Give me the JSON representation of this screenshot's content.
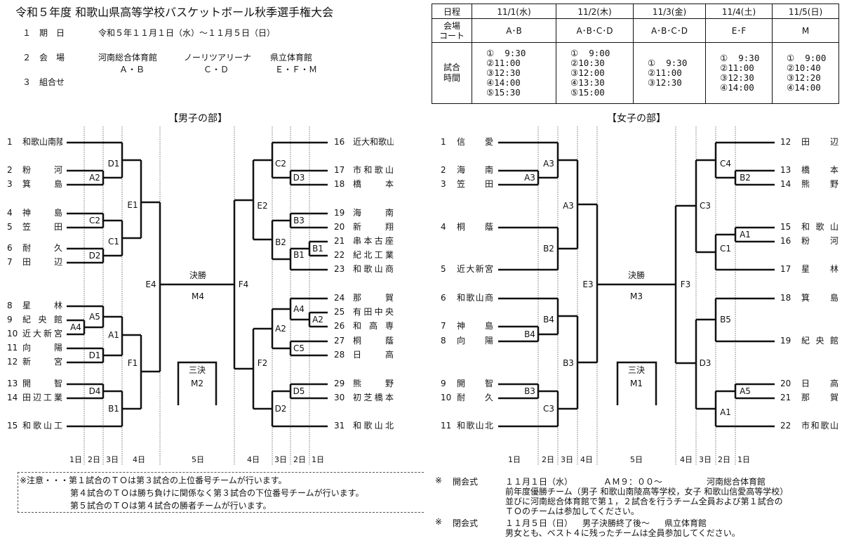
{
  "title": "令和５年度 和歌山県高等学校バスケットボール秋季選手権大会",
  "info": {
    "period_label": "１　期　日",
    "period_value": "令和５年１１月１日（水）～１１月５日（日）",
    "venue_label": "２　会　場",
    "venues": [
      {
        "name": "河南総合体育館",
        "courts": "Ａ・Ｂ"
      },
      {
        "name": "ノーリツアリーナ",
        "courts": "Ｃ・Ｄ"
      },
      {
        "name": "県立体育館",
        "courts": "Ｅ・Ｆ・Ｍ"
      }
    ],
    "combo_label": "３　組合せ"
  },
  "schedule": {
    "row_labels": [
      "日程",
      "会場\nコート",
      "試合\n時間"
    ],
    "days": [
      {
        "date": "11/1(水)",
        "courts": "A･B",
        "times": [
          "①  9:30",
          "②11:00",
          "③12:30",
          "④14:00",
          "⑤15:30"
        ]
      },
      {
        "date": "11/2(木)",
        "courts": "A･B･C･D",
        "times": [
          "①  9:00",
          "②10:30",
          "③12:00",
          "④13:30",
          "⑤15:00"
        ]
      },
      {
        "date": "11/3(金)",
        "courts": "A･B･C･D",
        "times": [
          "①  9:30",
          "②11:00",
          "③12:30"
        ]
      },
      {
        "date": "11/4(土)",
        "courts": "E･F",
        "times": [
          "①  9:30",
          "②11:00",
          "③12:30",
          "④14:00"
        ]
      },
      {
        "date": "11/5(日)",
        "courts": "M",
        "times": [
          "①  9:00",
          "②10:40",
          "③12:20",
          "④14:00"
        ]
      }
    ]
  },
  "men": {
    "heading": "【男子の部】",
    "left": [
      {
        "num": "1",
        "name": "和歌山南陵"
      },
      {
        "num": "2",
        "name": "粉河"
      },
      {
        "num": "3",
        "name": "箕島"
      },
      {
        "num": "4",
        "name": "神島"
      },
      {
        "num": "5",
        "name": "笠田"
      },
      {
        "num": "6",
        "name": "耐久"
      },
      {
        "num": "7",
        "name": "田辺"
      },
      {
        "num": "8",
        "name": "星林"
      },
      {
        "num": "9",
        "name": "紀央館"
      },
      {
        "num": "10",
        "name": "近大新宮"
      },
      {
        "num": "11",
        "name": "向陽"
      },
      {
        "num": "12",
        "name": "新宮"
      },
      {
        "num": "13",
        "name": "開智"
      },
      {
        "num": "14",
        "name": "田辺工業"
      },
      {
        "num": "15",
        "name": "和歌山工"
      }
    ],
    "right": [
      {
        "num": "16",
        "name": "近大和歌山"
      },
      {
        "num": "17",
        "name": "市和歌山"
      },
      {
        "num": "18",
        "name": "橋本"
      },
      {
        "num": "19",
        "name": "海南"
      },
      {
        "num": "20",
        "name": "新翔"
      },
      {
        "num": "21",
        "name": "串本古座"
      },
      {
        "num": "22",
        "name": "紀北工業"
      },
      {
        "num": "23",
        "name": "和歌山商"
      },
      {
        "num": "24",
        "name": "那賀"
      },
      {
        "num": "25",
        "name": "有田中央"
      },
      {
        "num": "26",
        "name": "和高専"
      },
      {
        "num": "27",
        "name": "桐蔭"
      },
      {
        "num": "28",
        "name": "日高"
      },
      {
        "num": "29",
        "name": "熊野"
      },
      {
        "num": "30",
        "name": "初芝橋本"
      },
      {
        "num": "31",
        "name": "和歌山北"
      }
    ],
    "matches_left": [
      "A4",
      "A2",
      "C2",
      "D2",
      "A5",
      "D1",
      "D4",
      "D1",
      "C1",
      "A1",
      "B1",
      "E1",
      "F1",
      "E4"
    ],
    "matches_right": [
      "A2",
      "D3",
      "B3",
      "B1",
      "B1",
      "A4",
      "C5",
      "D5",
      "C2",
      "B2",
      "A2",
      "D2",
      "E2",
      "F2",
      "F4"
    ],
    "final_label": "決勝",
    "final_code": "M4",
    "third_label": "三決",
    "third_code": "M2"
  },
  "women": {
    "heading": "【女子の部】",
    "left": [
      {
        "num": "1",
        "name": "信愛"
      },
      {
        "num": "2",
        "name": "海南"
      },
      {
        "num": "3",
        "name": "笠田"
      },
      {
        "num": "4",
        "name": "桐蔭"
      },
      {
        "num": "5",
        "name": "近大新宮"
      },
      {
        "num": "6",
        "name": "和歌山商"
      },
      {
        "num": "7",
        "name": "神島"
      },
      {
        "num": "8",
        "name": "向陽"
      },
      {
        "num": "9",
        "name": "開智"
      },
      {
        "num": "10",
        "name": "耐久"
      },
      {
        "num": "11",
        "name": "和歌山北"
      }
    ],
    "right": [
      {
        "num": "12",
        "name": "田辺"
      },
      {
        "num": "13",
        "name": "橋本"
      },
      {
        "num": "14",
        "name": "熊野"
      },
      {
        "num": "15",
        "name": "和歌山"
      },
      {
        "num": "16",
        "name": "粉河"
      },
      {
        "num": "17",
        "name": "星林"
      },
      {
        "num": "18",
        "name": "箕島"
      },
      {
        "num": "19",
        "name": "紀央館"
      },
      {
        "num": "20",
        "name": "日高"
      },
      {
        "num": "21",
        "name": "那賀"
      },
      {
        "num": "22",
        "name": "市和歌山"
      }
    ],
    "matches_left": [
      "A3",
      "B4",
      "B3",
      "A3",
      "B2",
      "B4",
      "C3",
      "A3",
      "B3",
      "E3"
    ],
    "matches_right": [
      "B2",
      "A1",
      "A5",
      "C4",
      "C1",
      "B5",
      "A1",
      "C3",
      "D3",
      "F3"
    ],
    "final_label": "決勝",
    "final_code": "M3",
    "third_label": "三決",
    "third_code": "M1"
  },
  "days": [
    "1日",
    "2日",
    "3日",
    "4日",
    "5日",
    "4日",
    "3日",
    "2日",
    "1日"
  ],
  "caution": [
    "※注意・・・第１試合のＴＯは第３試合の上位番号チームが行います。",
    "第４試合のＴＯは勝ち負けに関係なく第３試合の下位番号チームが行います。",
    "第５試合のＴＯは第４試合の勝者チームが行います。"
  ],
  "ceremonies": [
    {
      "mark": "※",
      "label": "開会式",
      "date": "１１月１日（水）",
      "time": "ＡＭ９：００～",
      "place": "河南総合体育館",
      "notes": [
        "前年度優勝チーム（男子 和歌山南陵高等学校，女子 和歌山信愛高等学校）",
        "並びに河南総合体育館で第１，２試合を行うチーム全員および第１試合の",
        "ＴＯのチームは参加してください。"
      ]
    },
    {
      "mark": "※",
      "label": "閉会式",
      "date": "１１月５日（日）",
      "time": "男子決勝終了後～",
      "place": "県立体育館",
      "notes": [
        "男女とも、ベスト４に残ったチームは全員参加してください。"
      ]
    }
  ]
}
